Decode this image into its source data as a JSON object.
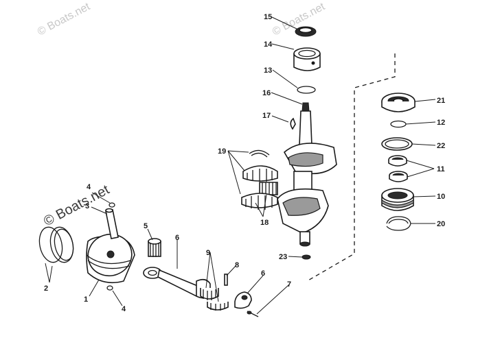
{
  "watermarks": {
    "top_left": "© Boats.net",
    "top_center": "© Boats.net",
    "mid_left": "© Boats.net"
  },
  "callouts": [
    {
      "id": "c15",
      "text": "15"
    },
    {
      "id": "c14",
      "text": "14"
    },
    {
      "id": "c13",
      "text": "13"
    },
    {
      "id": "c16",
      "text": "16"
    },
    {
      "id": "c17",
      "text": "17"
    },
    {
      "id": "c19",
      "text": "19"
    },
    {
      "id": "c18",
      "text": "18"
    },
    {
      "id": "c21",
      "text": "21"
    },
    {
      "id": "c12",
      "text": "12"
    },
    {
      "id": "c22",
      "text": "22"
    },
    {
      "id": "c11",
      "text": "11"
    },
    {
      "id": "c10",
      "text": "10"
    },
    {
      "id": "c20",
      "text": "20"
    },
    {
      "id": "c23",
      "text": "23"
    },
    {
      "id": "c4a",
      "text": "4"
    },
    {
      "id": "c3",
      "text": "3"
    },
    {
      "id": "c5",
      "text": "5"
    },
    {
      "id": "c6a",
      "text": "6"
    },
    {
      "id": "c2",
      "text": "2"
    },
    {
      "id": "c1",
      "text": "1"
    },
    {
      "id": "c4b",
      "text": "4"
    },
    {
      "id": "c9",
      "text": "9"
    },
    {
      "id": "c8",
      "text": "8"
    },
    {
      "id": "c6b",
      "text": "6"
    },
    {
      "id": "c7",
      "text": "7"
    }
  ],
  "colors": {
    "ink": "#1a1a1a",
    "watermark": "#c8c8c8",
    "background": "#ffffff"
  }
}
